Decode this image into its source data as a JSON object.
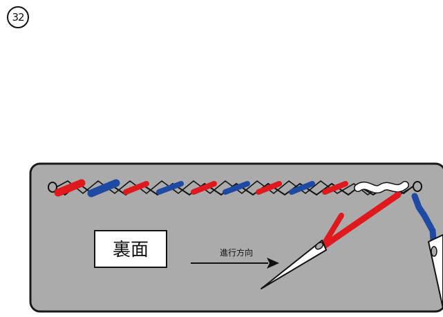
{
  "step_number": "32",
  "side_label": "裏面",
  "direction_label": "進行方向",
  "colors": {
    "fabric": "#ababab",
    "outline": "#1a1a1a",
    "thread_red": "#e0191e",
    "thread_blue": "#1f4aa3",
    "thread_white": "#ffffff",
    "label_box": "#ffffff"
  }
}
